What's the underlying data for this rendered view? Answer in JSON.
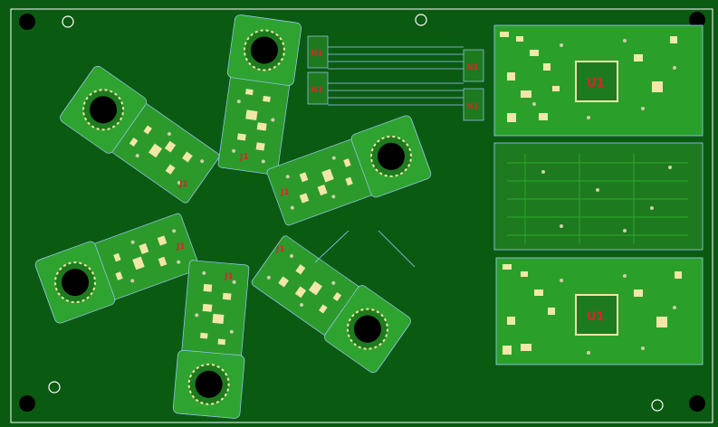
{
  "app": {
    "title": "PCB Layout Viewer"
  },
  "colors": {
    "background": "#000000",
    "board": "#0b5a12",
    "copper": "#2aa02a",
    "outline": "#ffffff",
    "silk": "#f2e6a8",
    "via": "#cfcfa8",
    "ref_text": "#e0202c",
    "hole": "#000000"
  },
  "panels": {
    "optical_modules": {
      "count": 6,
      "modules": [
        {
          "ref": "J1"
        },
        {
          "ref": "J1"
        },
        {
          "ref": "J1"
        },
        {
          "ref": "J1"
        },
        {
          "ref": "J1"
        },
        {
          "ref": "J1"
        }
      ]
    },
    "connector_boards": [
      {
        "ref": "N1"
      },
      {
        "ref": "N1"
      },
      {
        "ref": "N1"
      },
      {
        "ref": "N1"
      }
    ],
    "controller_boards": [
      {
        "ref": "U1"
      },
      {
        "ref": "U1"
      }
    ],
    "interface_board": {
      "ref": ""
    }
  }
}
